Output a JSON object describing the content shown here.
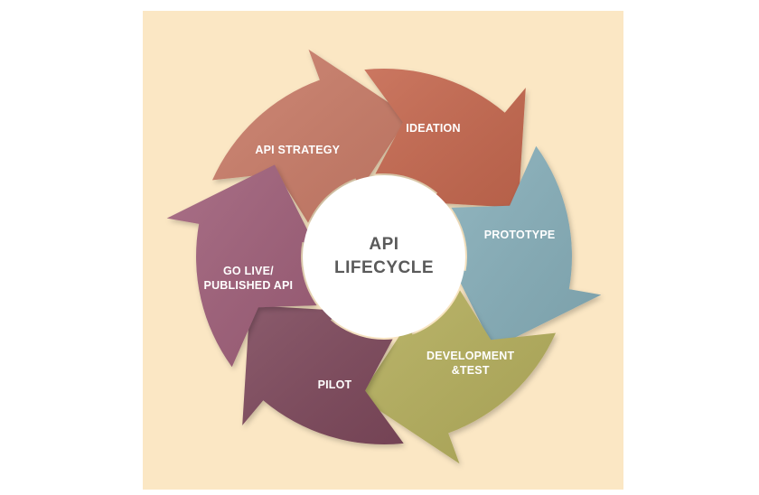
{
  "title": {
    "line1": "API",
    "line2": "LIFECYCLE"
  },
  "stages": [
    {
      "id": "api-strategy",
      "lines": [
        "API STRATEGY"
      ],
      "color": "#c97b68"
    },
    {
      "id": "ideation",
      "lines": [
        "IDEATION"
      ],
      "color": "#c5674f"
    },
    {
      "id": "prototype",
      "lines": [
        "PROTOTYPE"
      ],
      "color": "#86aeb9"
    },
    {
      "id": "development-test",
      "lines": [
        "DEVELOPMENT",
        "&TEST"
      ],
      "color": "#b4ae5b"
    },
    {
      "id": "pilot",
      "lines": [
        "PILOT"
      ],
      "color": "#7e4a5c"
    },
    {
      "id": "go-live",
      "lines": [
        "GO LIVE/",
        "PUBLISHED API"
      ],
      "color": "#a0617a"
    }
  ],
  "colors": {
    "background": "#fbe7c4",
    "center": "#ffffff",
    "title_text": "#5a5a5a"
  }
}
